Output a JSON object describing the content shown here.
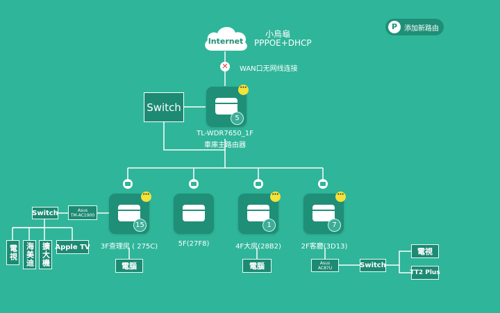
{
  "add_router_button": "添加新路由",
  "internet": {
    "cloud_label": "Internet",
    "name": "小烏龜",
    "type": "PPPOE+DHCP"
  },
  "wan_status": "WAN口无网线连接",
  "main_router": {
    "model": "TL-WDR7650_1F",
    "location": "車庫主路由器",
    "count": "5",
    "switch_label": "Switch"
  },
  "nodes": [
    {
      "label": "3F查理房 ( 275C)",
      "count": "15"
    },
    {
      "label": "5F(27F8)",
      "count": ""
    },
    {
      "label": "4F大房(28B2)",
      "count": "1"
    },
    {
      "label": "2F客廳(3D13)",
      "count": "7"
    }
  ],
  "left_tree": {
    "switch": "Switch",
    "asus": "Asus\nTM-AC1900",
    "devices": [
      "電視",
      "海美迪",
      "擴大機",
      "Apple TV"
    ],
    "pc": "電腦"
  },
  "pc_4f": "電腦",
  "right_tree": {
    "asus": "Asus\nAC87U",
    "switch": "Switch",
    "devices": [
      "電視",
      "TT2 Plus"
    ]
  },
  "colors": {
    "background": "#2fb59a",
    "node": "#1f8f77",
    "badge": "#f3e33a"
  },
  "more_icon": "⋯"
}
